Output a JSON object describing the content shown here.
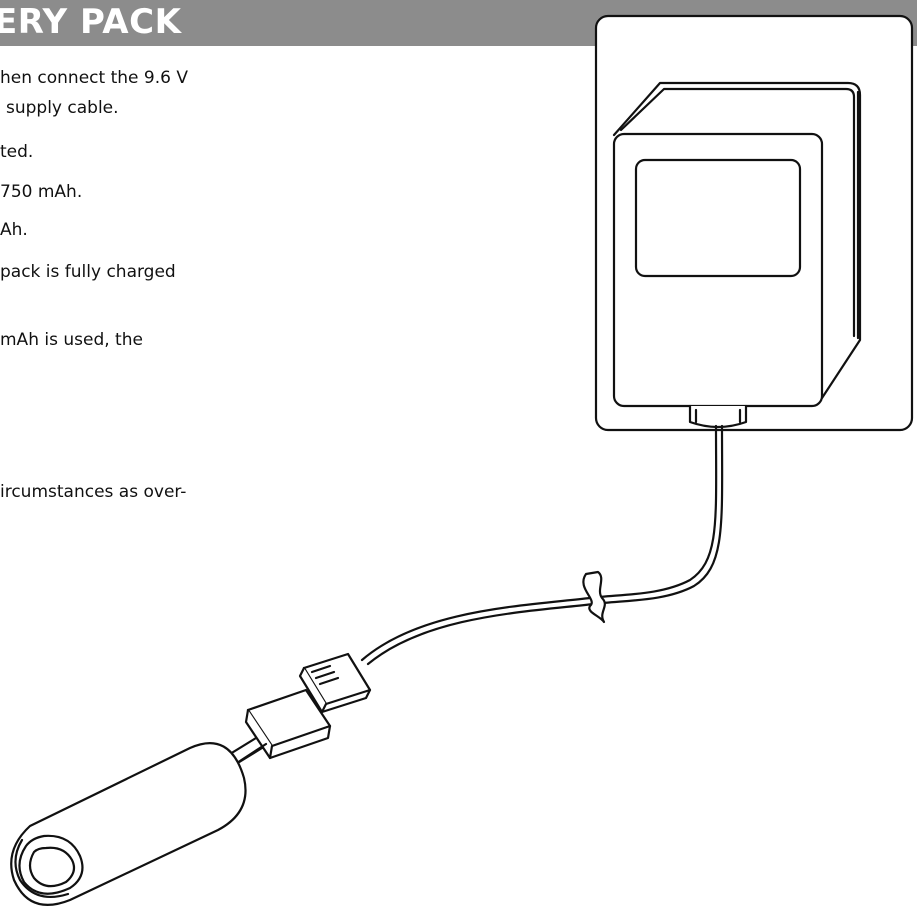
{
  "header": {
    "title": "ERY PACK",
    "bar_color": "#8c8c8c"
  },
  "lines": [
    "hen connect the 9.6 V",
    "supply cable.",
    "ted.",
    "750 mAh.",
    "Ah.",
    "pack is fully charged",
    "mAh is used, the",
    "ircumstances as over-"
  ],
  "illustration": {
    "charger": "wall-charger-illustration",
    "cable": "charging-cable",
    "connector": "battery-connector",
    "battery": "battery-pack-illustration"
  }
}
